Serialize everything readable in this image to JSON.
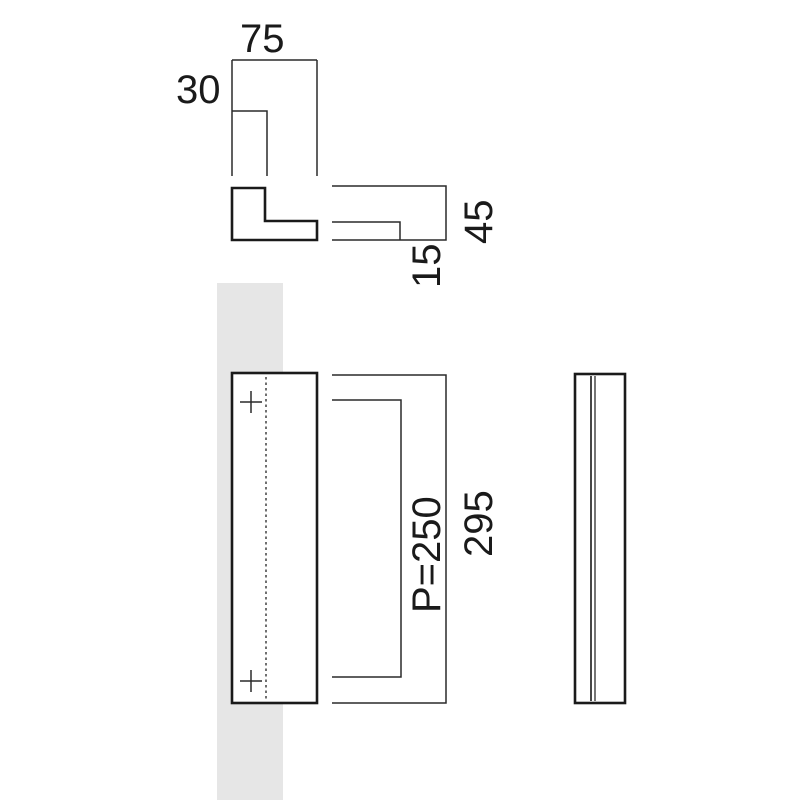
{
  "dimensions": {
    "width_75": "75",
    "height_30": "30",
    "depth_45": "45",
    "thickness_15": "15",
    "pitch": "P=250",
    "length_295": "295"
  },
  "colors": {
    "wall": "#e6e6e6",
    "line": "#1a1a1a"
  }
}
